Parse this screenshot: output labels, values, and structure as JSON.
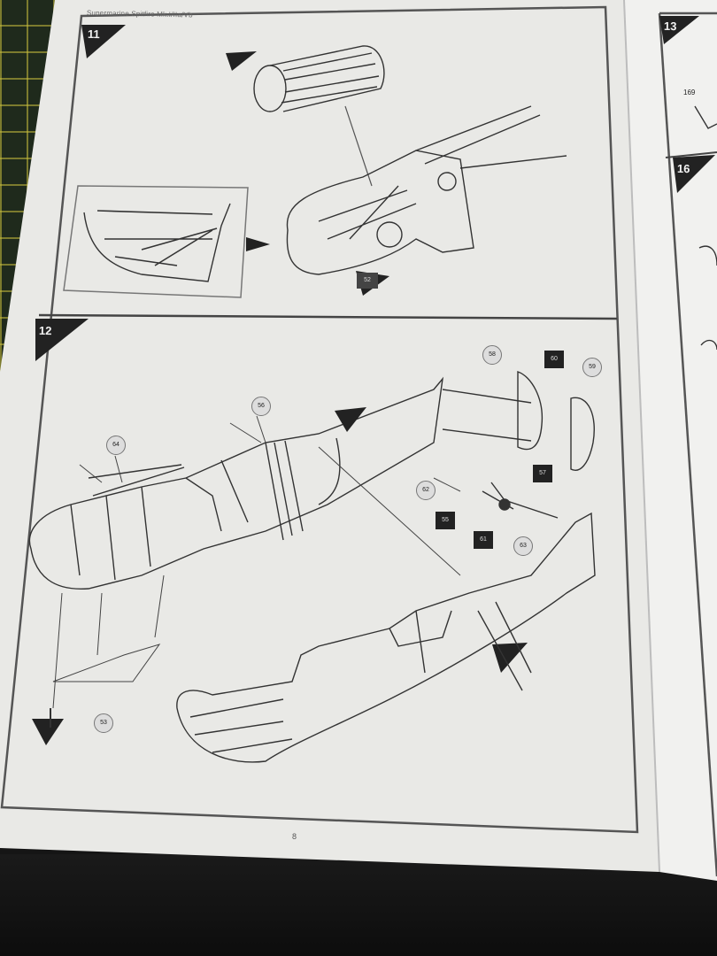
{
  "page": {
    "header": "Supermarine Spitfire Mk.I/IIa/Vb",
    "page_number": "8"
  },
  "steps": {
    "step11": "11",
    "step12": "12",
    "step13": "13",
    "step16": "16"
  },
  "callouts": {
    "c56": "56",
    "c58": "58",
    "c59": "59",
    "c60": "60",
    "c61": "61",
    "c62": "62",
    "c63": "63",
    "c64": "64",
    "c57": "57",
    "c55": "55",
    "c52": "52",
    "c53": "53",
    "c169": "169"
  }
}
